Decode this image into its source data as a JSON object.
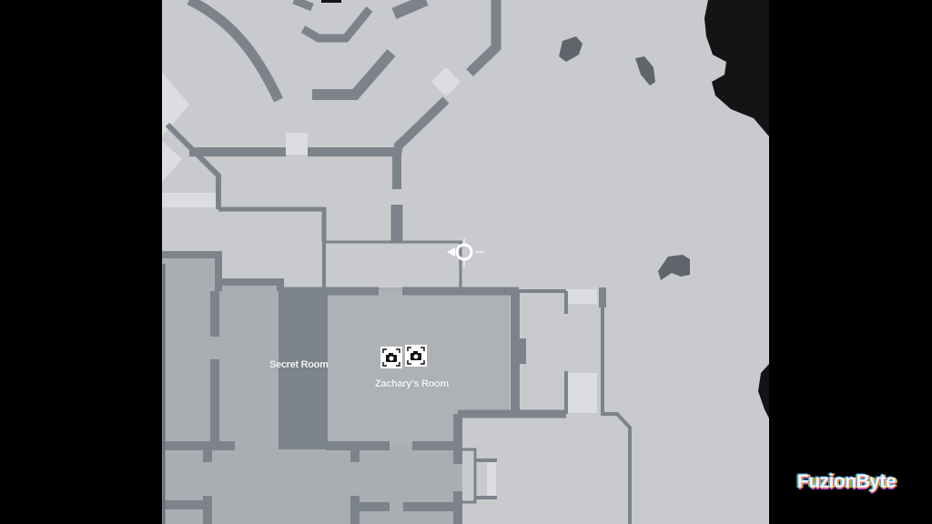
{
  "map": {
    "rooms": [
      {
        "name": "Secret Room",
        "label": "Secret Room"
      },
      {
        "name": "Zachary's Room",
        "label": "Zachary's Room"
      }
    ],
    "markers": [
      {
        "type": "camera-icon",
        "room": "Zachary's Room"
      },
      {
        "type": "camera-icon",
        "room": "Zachary's Room"
      }
    ],
    "player": {
      "icon": "player-position-icon",
      "facing": "left"
    }
  },
  "watermark": {
    "text": "FuzionByte"
  },
  "colors": {
    "floor_light": "#c9cacd",
    "floor_mid": "#aaaeb3",
    "wall": "#7c838b",
    "secret_room": "#7c848c",
    "doorway": "#dcdde0",
    "void": "#121416",
    "rock": "#5f656b"
  }
}
